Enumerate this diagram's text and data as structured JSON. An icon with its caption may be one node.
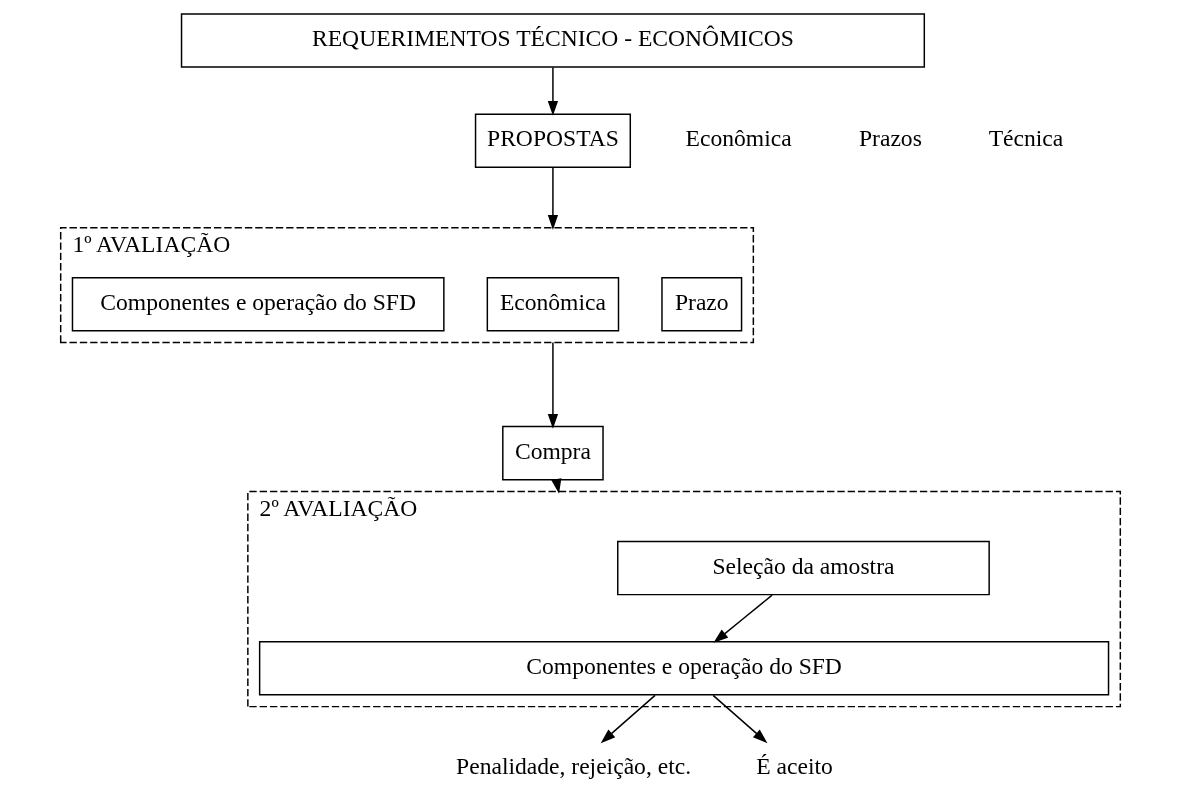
{
  "diagram": {
    "nodes": [
      {
        "text": [
          "REQUERIMENTOS TÉCNICO - ECONÔMICOS"
        ]
      },
      {
        "text": [
          "PROPOSTAS"
        ]
      },
      {
        "text": [
          "1º AVALIAÇÃO"
        ]
      },
      {
        "text": [
          "Componentes e operação do SFD"
        ],
        "in": 2
      },
      {
        "text": [
          "Econômica"
        ],
        "in": 2
      },
      {
        "text": [
          "Prazo"
        ],
        "in": 2
      },
      {
        "text": [
          "Compra"
        ]
      },
      {
        "text": [
          "2º AVALIAÇÃO"
        ]
      },
      {
        "text": [
          "Seleção da amostra"
        ],
        "in": 7
      },
      {
        "text": [
          "Componentes e operação do SFD"
        ],
        "in": 7
      },
      {
        "text": [
          "Penalidade, rejeição, etc."
        ]
      },
      {
        "text": [
          "É aceito"
        ]
      }
    ],
    "edges": [
      {
        "from": 0,
        "to": 1,
        "arrow": "to"
      },
      {
        "from": 1,
        "to": 2,
        "arrow": "to"
      },
      {
        "from": 2,
        "to": 6,
        "arrow": "to"
      },
      {
        "from": 6,
        "to": 7,
        "arrow": "to"
      },
      {
        "from": 8,
        "to": 9,
        "arrow": "to"
      },
      {
        "from": 9,
        "to": 10,
        "arrow": "to"
      },
      {
        "from": 9,
        "to": 11,
        "arrow": "to"
      }
    ],
    "labels": [
      "Econômica",
      "Prazos",
      "Técnica"
    ]
  }
}
